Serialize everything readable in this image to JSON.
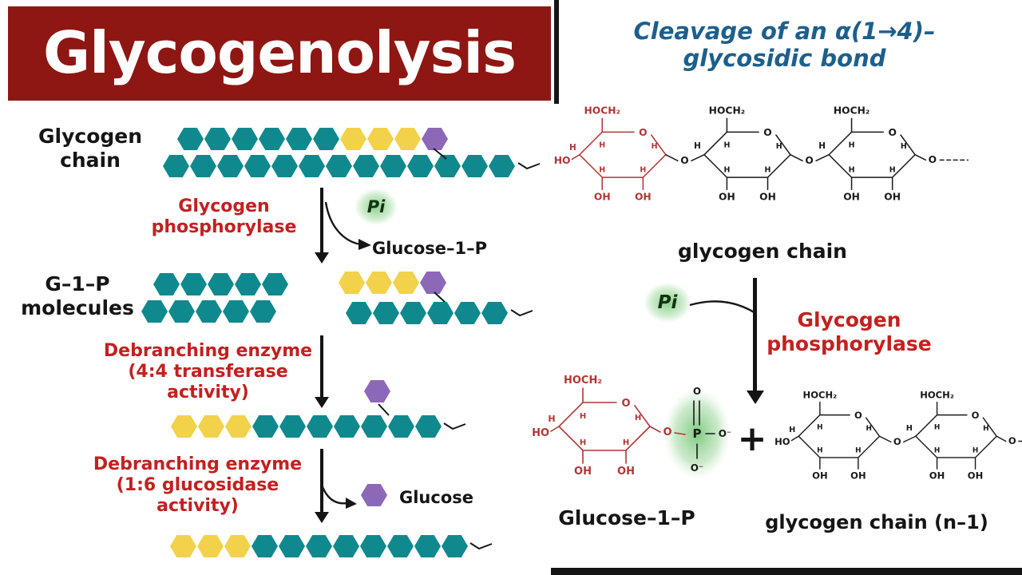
{
  "title": "Glycogenolysis",
  "left": {
    "glycogen_chain_label": "Glycogen\nchain",
    "glycogen_phosphorylase_label": "Glycogen\nphosphorylase",
    "pi_label": "Pi",
    "glucose_1_p_label": "Glucose–1–P",
    "g1p_molecules_label": "G–1–P\nmolecules",
    "debranching_44_label": "Debranching enzyme\n(4:4 transferase activity)",
    "debranching_16_label": "Debranching enzyme\n(1:6 glucosidase activity)",
    "glucose_label": "Glucose"
  },
  "right": {
    "heading": "Cleavage of an α(1→4)–\nglycosidic bond",
    "glycogen_chain_label": "glycogen chain",
    "pi_label": "Pi",
    "glycogen_phosphorylase_label": "Glycogen\nphosphorylase",
    "glucose_1_p_label": "Glucose–1–P",
    "plus_sign": "+",
    "chain_n1_label": "glycogen chain (n–1)"
  },
  "chem": {
    "hoch2": "HOCH₂",
    "o": "O",
    "oh": "OH",
    "ho": "HO",
    "h": "H",
    "p": "P",
    "o_minus": "O⁻"
  },
  "hex_rows": {
    "glycogen_row1": [
      "teal",
      "teal",
      "teal",
      "teal",
      "teal",
      "teal",
      "yellow",
      "yellow",
      "yellow",
      "purple"
    ],
    "glycogen_row2": [
      "teal",
      "teal",
      "teal",
      "teal",
      "teal",
      "teal",
      "teal",
      "teal",
      "teal",
      "teal",
      "teal",
      "teal",
      "teal"
    ],
    "g1p_cluster_row1": [
      "teal",
      "teal",
      "teal",
      "teal",
      "teal"
    ],
    "g1p_cluster_row2": [
      "teal",
      "teal",
      "teal",
      "teal",
      "teal"
    ],
    "limit_branch_row": [
      "yellow",
      "yellow",
      "yellow",
      "purple"
    ],
    "limit_main_row": [
      "teal",
      "teal",
      "teal",
      "teal",
      "teal",
      "teal"
    ],
    "after_transferase_row": [
      "yellow",
      "yellow",
      "yellow",
      "teal",
      "teal",
      "teal",
      "teal",
      "teal",
      "teal",
      "teal"
    ],
    "branch_point": [
      "purple"
    ],
    "free_glucose": [
      "purple"
    ],
    "final_row": [
      "yellow",
      "yellow",
      "yellow",
      "teal",
      "teal",
      "teal",
      "teal",
      "teal",
      "teal",
      "teal",
      "teal"
    ]
  },
  "colors": {
    "banner": "#8e1713",
    "teal": "#0f898d",
    "yellow": "#f2d24b",
    "purple": "#8d68b8",
    "red_text": "#c32020",
    "blue_heading": "#1d5f8c",
    "chem_red": "#b23535",
    "pi_green": "#8fd08f",
    "ink": "#141414"
  }
}
